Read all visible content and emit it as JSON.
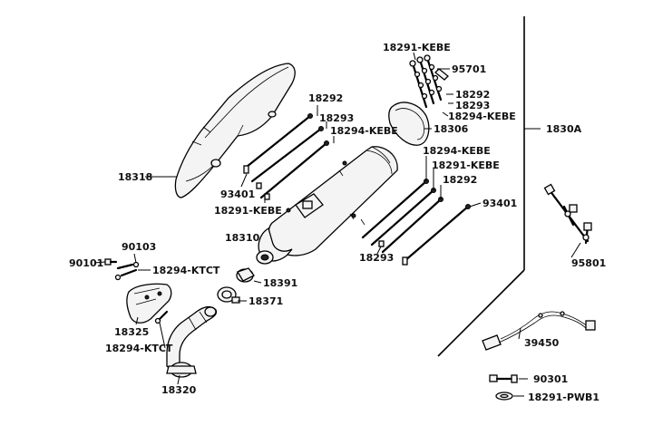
{
  "labels": {
    "l18318": "18318",
    "l18292a": "18292",
    "l18293a": "18293",
    "l18294kebe_a": "18294-KEBE",
    "l93401a": "93401",
    "l18291kebe_a": "18291-KEBE",
    "l18291kebe_top": "18291-KEBE",
    "l95701": "95701",
    "l18292b": "18292",
    "l18293b": "18293",
    "l18294kebe_b": "18294-KEBE",
    "l18306": "18306",
    "l1830A": "1830A",
    "l18294kebe_c": "18294-KEBE",
    "l18291kebe_c": "18291-KEBE",
    "l18292c": "18292",
    "l93401b": "93401",
    "l18310": "18310",
    "l18293c": "18293",
    "l95801": "95801",
    "l90103": "90103",
    "l90101": "90101",
    "l18294ktct_a": "18294-KTCT",
    "l18391": "18391",
    "l18371": "18371",
    "l18325": "18325",
    "l18294ktct_b": "18294-KTCT",
    "l18320": "18320",
    "l39450": "39450",
    "l90301": "90301",
    "l18291pwb1": "18291-PWB1"
  }
}
